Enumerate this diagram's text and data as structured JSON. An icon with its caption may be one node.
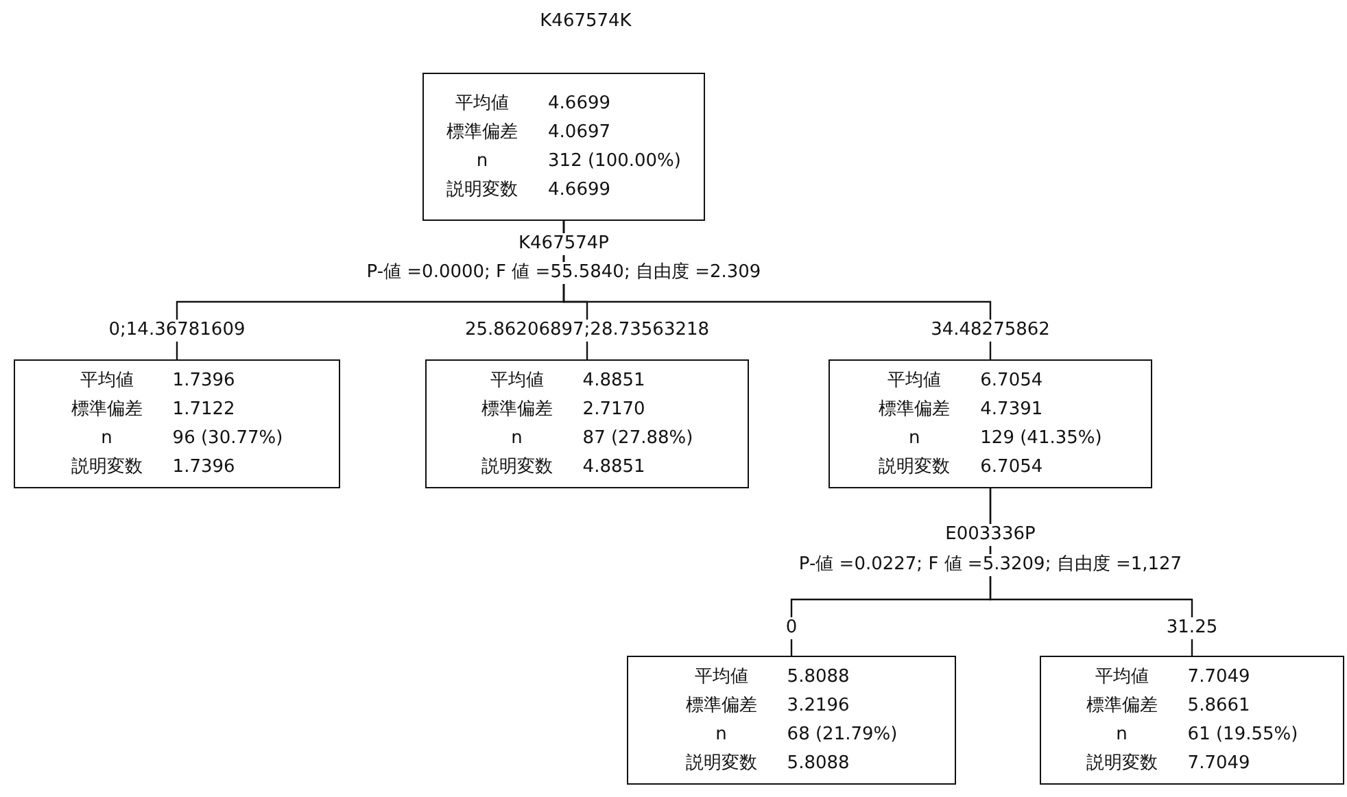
{
  "diagram": {
    "title": "K467574K",
    "nodes": [
      {
        "text": [
          "平均値",
          "4.6699",
          "標準偏差",
          "4.0697",
          "n",
          "312 (100.00%)",
          "説明変数",
          "4.6699"
        ],
        "beside": [
          "K467574P",
          "P-値 =0.0000; F 値 =55.5840; 自由度 =2.309"
        ]
      },
      {
        "text": [
          "平均値",
          "1.7396",
          "標準偏差",
          "1.7122",
          "n",
          "96 (30.77%)",
          "説明変数",
          "1.7396"
        ]
      },
      {
        "text": [
          "平均値",
          "4.8851",
          "標準偏差",
          "2.7170",
          "n",
          "87 (27.88%)",
          "説明変数",
          "4.8851"
        ]
      },
      {
        "text": [
          "平均値",
          "6.7054",
          "標準偏差",
          "4.7391",
          "n",
          "129 (41.35%)",
          "説明変数",
          "6.7054"
        ],
        "beside": [
          "E003336P",
          "P-値 =0.0227; F 値 =5.3209; 自由度 =1,127"
        ]
      },
      {
        "text": [
          "平均値",
          "5.8088",
          "標準偏差",
          "3.2196",
          "n",
          "68 (21.79%)",
          "説明変数",
          "5.8088"
        ]
      },
      {
        "text": [
          "平均値",
          "7.7049",
          "標準偏差",
          "5.8661",
          "n",
          "61 (19.55%)",
          "説明変数",
          "7.7049"
        ]
      }
    ],
    "edges": [
      {
        "from": 0,
        "to": 1,
        "arrow": "none",
        "label": "0;14.36781609"
      },
      {
        "from": 0,
        "to": 2,
        "arrow": "none",
        "label": "25.86206897;28.73563218"
      },
      {
        "from": 0,
        "to": 3,
        "arrow": "none",
        "label": "34.48275862"
      },
      {
        "from": 3,
        "to": 4,
        "arrow": "none",
        "label": "0"
      },
      {
        "from": 3,
        "to": 5,
        "arrow": "none",
        "label": "31.25"
      }
    ]
  }
}
